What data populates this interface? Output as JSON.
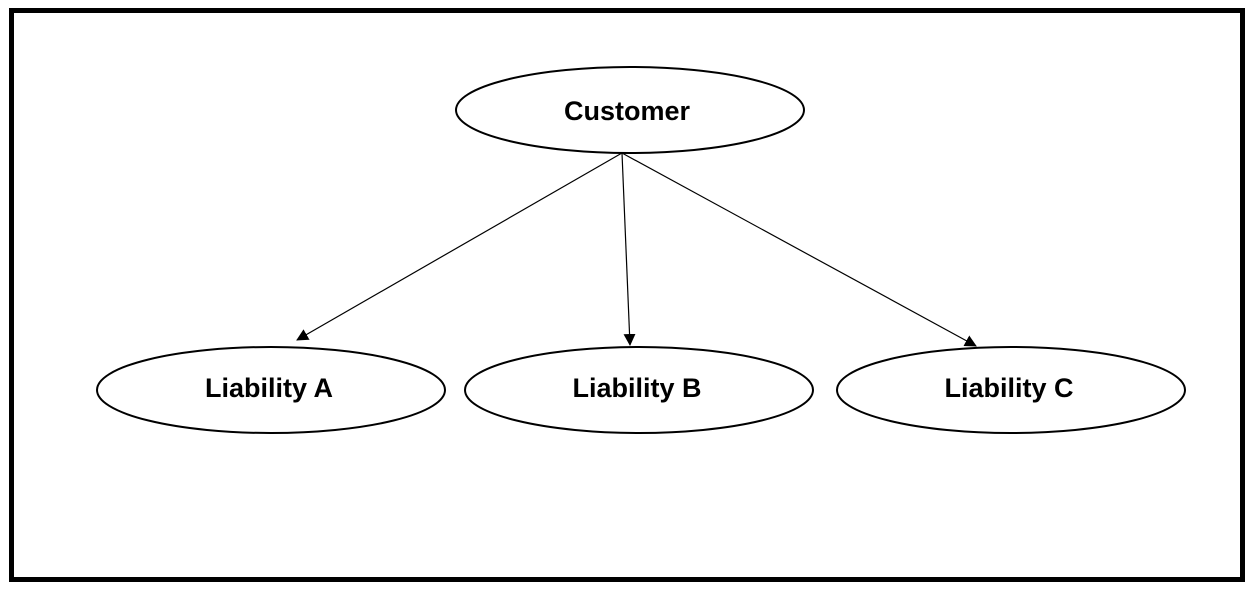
{
  "diagram": {
    "root": {
      "label": "Customer"
    },
    "children": [
      {
        "label": "Liability A"
      },
      {
        "label": "Liability B"
      },
      {
        "label": "Liability C"
      }
    ],
    "colors": {
      "stroke": "#000000",
      "fill": "#ffffff",
      "border": "#000000"
    }
  }
}
